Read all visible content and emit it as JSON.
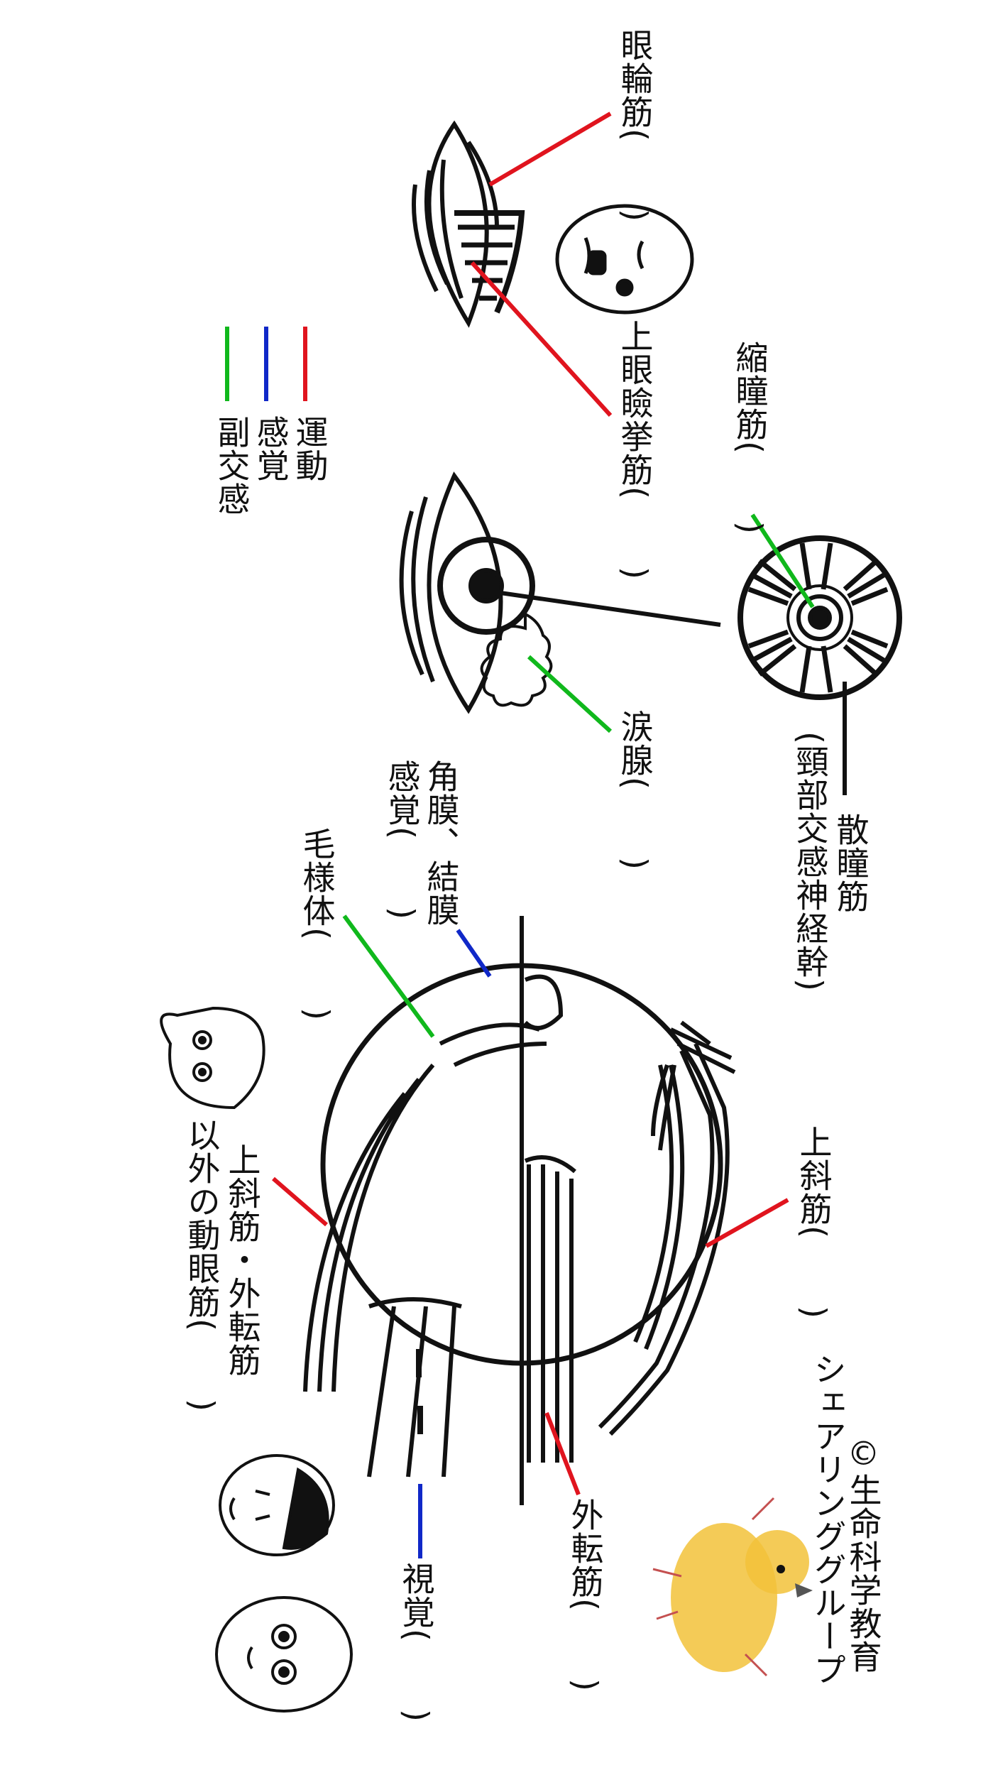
{
  "colors": {
    "motor": "#e0141e",
    "sensory": "#1028c8",
    "parasympathetic": "#10b81c",
    "ink": "#111111",
    "chick": "#f2c23a"
  },
  "legend": {
    "motor": "運動",
    "sensory": "感覚",
    "parasympathetic": "副交感"
  },
  "labels": {
    "orbicularis": "眼輪筋(　　)",
    "levator": "上眼瞼挙筋(　　)",
    "sphincter": "縮瞳筋(　　)",
    "dilator_name": "散瞳筋",
    "dilator_sub": "(頸部交感神経幹)",
    "lacrimal": "涙腺(　　)",
    "cornea_line1": "角膜、結膜",
    "cornea_line2": "感覚(　　)",
    "ciliary": "毛様体(　　)",
    "superior_oblique": "上斜筋(　　)",
    "oculomotor_line1": "上斜筋・外転筋",
    "oculomotor_line2": "以外の動眼筋(　　)",
    "abducens": "外転筋(　　)",
    "optic": "視覚(　　)",
    "credit_line1": "©生命科学教育",
    "credit_line2": "シェアリンググループ"
  },
  "icons": [
    "face-icon",
    "eyelid-icon",
    "eye-icon",
    "iris-icon",
    "eyeball-icon",
    "chick-icon"
  ]
}
